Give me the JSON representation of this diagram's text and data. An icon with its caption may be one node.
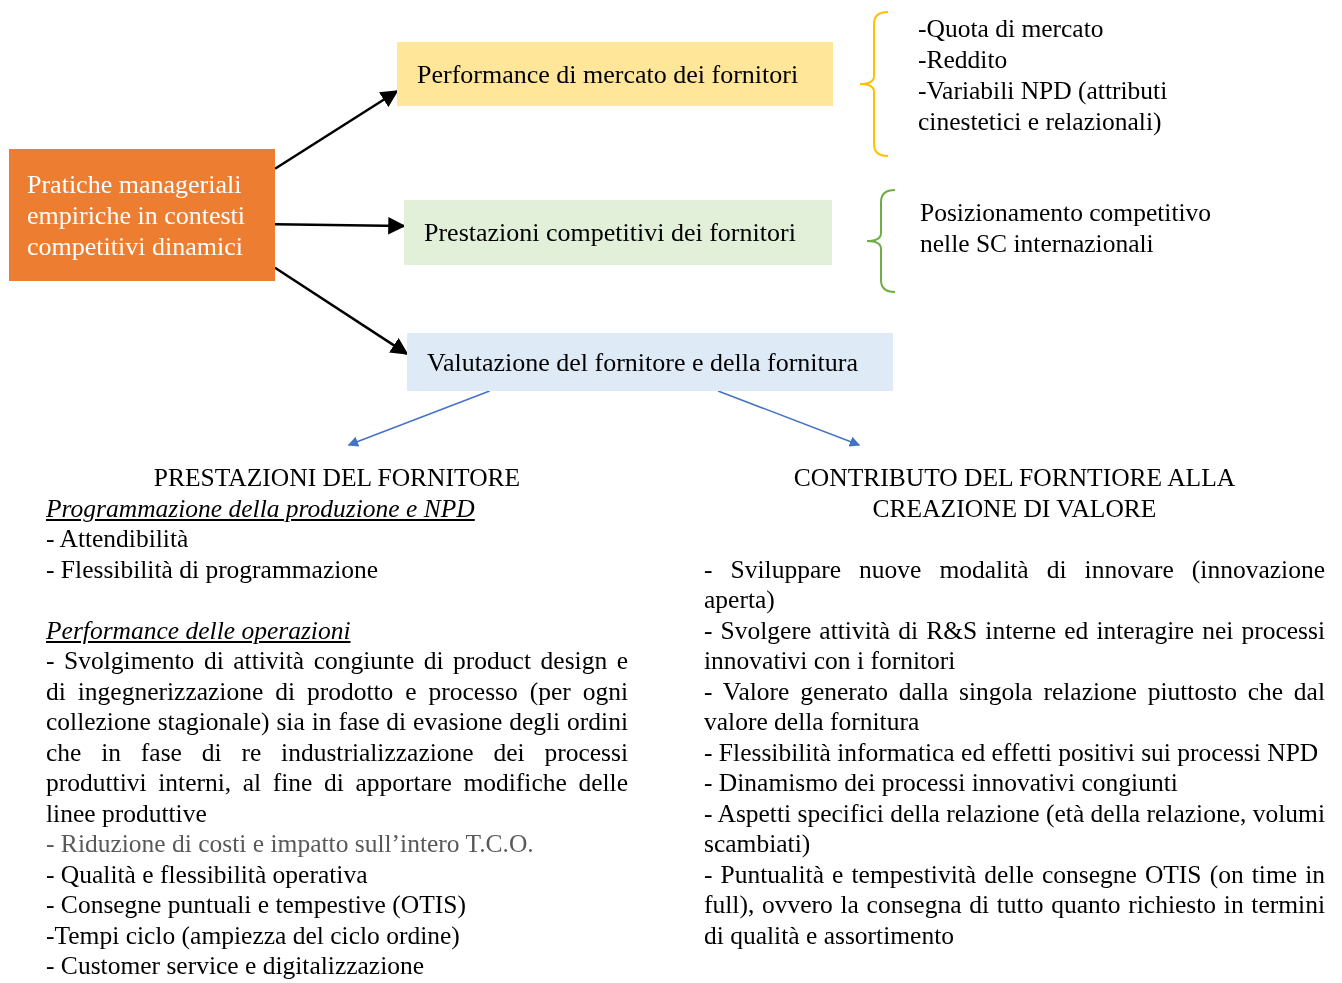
{
  "diagram": {
    "nodes": [
      {
        "text": [
          "Pratiche manageriali empiriche in contesti competitivi dinamici"
        ]
      },
      {
        "text": [
          "Performance di mercato dei fornitori"
        ],
        "beside": [
          "-Quota di mercato",
          "-Reddito",
          "-Variabili NPD (attributi cinestetici e relazionali)"
        ]
      },
      {
        "text": [
          "Prestazioni competitivi dei fornitori"
        ],
        "beside": [
          "Posizionamento competitivo nelle SC internazionali"
        ]
      },
      {
        "text": [
          "Valutazione del fornitore e della fornitura"
        ]
      },
      {
        "text": [
          "PRESTAZIONI DEL FORNITORE",
          "Programmazione della produzione e NPD",
          "- Attendibilità",
          "- Flessibilità di programmazione",
          "Performance delle operazioni",
          "- Svolgimento di attività congiunte di product design e di ingegnerizzazione di prodotto e processo (per ogni collezione stagionale) sia in fase di evasione degli ordini che in fase di re industrializzazione dei processi produttivi interni, al fine di apportare modifiche delle linee produttive",
          "- Riduzione di costi e impatto sull’intero T.C.O.",
          "- Qualità e flessibilità operativa",
          "- Consegne puntuali e tempestive (OTIS)",
          "-Tempi ciclo (ampiezza del ciclo ordine)",
          "- Customer service e digitalizzazione"
        ]
      },
      {
        "text": [
          "CONTRIBUTO DEL FORNTIORE ALLA CREAZIONE DI VALORE",
          "- Sviluppare nuove modalità di innovare (innovazione aperta)",
          "- Svolgere attività di R&S interne ed interagire nei processi innovativi con i fornitori",
          "- Valore generato dalla singola relazione piuttosto che dal valore della fornitura",
          "- Flessibilità informatica ed effetti positivi sui processi NPD",
          "- Dinamismo dei processi innovativi congiunti",
          "- Aspetti specifici della relazione (età della relazione, volumi scambiati)",
          "- Puntualità e tempestività delle consegne OTIS (on time in full), ovvero la consegna di tutto quanto richiesto in termini di qualità e assortimento"
        ]
      }
    ],
    "edges": [
      {
        "from": 0,
        "to": 1,
        "arrow": "to"
      },
      {
        "from": 0,
        "to": 2,
        "arrow": "to"
      },
      {
        "from": 0,
        "to": 3,
        "arrow": "to"
      },
      {
        "from": 3,
        "to": 4,
        "arrow": "to",
        "color": "#4472c4"
      },
      {
        "from": 3,
        "to": 5,
        "arrow": "to",
        "color": "#4472c4"
      }
    ]
  }
}
